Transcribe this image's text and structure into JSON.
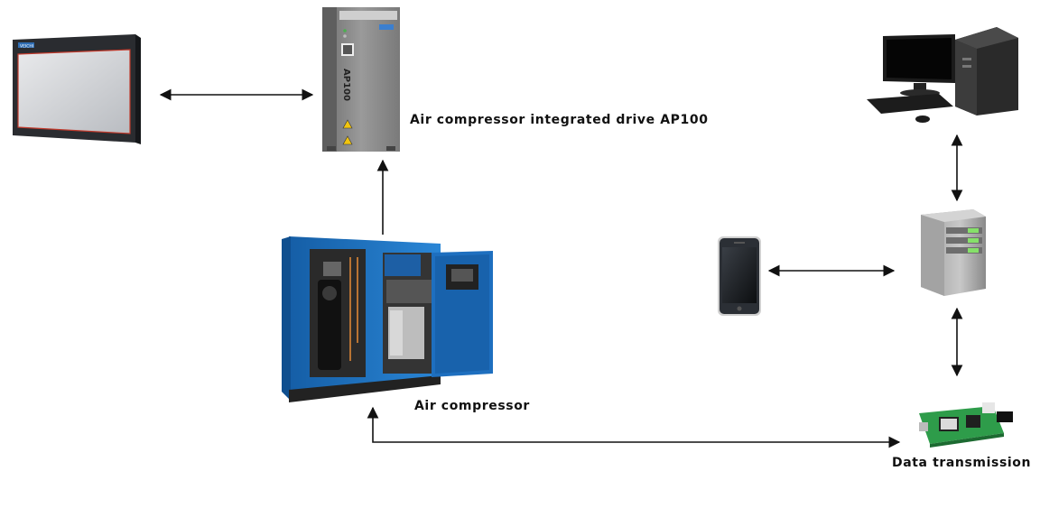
{
  "labels": {
    "drive": "Air compressor integrated drive AP100",
    "compressor": "Air compressor",
    "data_transmission": "Data transmission"
  },
  "device_text": {
    "drive_model": "AP100",
    "hmi_brand": "VEICHI"
  },
  "colors": {
    "compressor_blue": "#1f74c4",
    "drive_grey": "#8a8a8a",
    "pcb_green": "#2e9c4a",
    "server_led": "#86e06a",
    "arrow": "#111111"
  }
}
